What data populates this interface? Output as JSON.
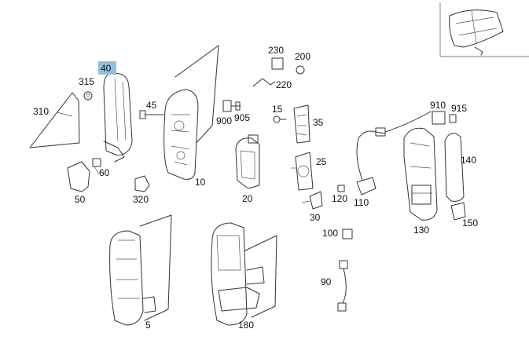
{
  "callouts": [
    {
      "id": "c40",
      "text": "40",
      "highlight": true
    },
    {
      "id": "c315",
      "text": "315"
    },
    {
      "id": "c310",
      "text": "310"
    },
    {
      "id": "c60",
      "text": "60"
    },
    {
      "id": "c50",
      "text": "50"
    },
    {
      "id": "c320",
      "text": "320"
    },
    {
      "id": "c45",
      "text": "45"
    },
    {
      "id": "c10",
      "text": "10"
    },
    {
      "id": "c900",
      "text": "900"
    },
    {
      "id": "c905",
      "text": "905"
    },
    {
      "id": "c230",
      "text": "230"
    },
    {
      "id": "c200",
      "text": "200"
    },
    {
      "id": "c220",
      "text": "220"
    },
    {
      "id": "c15",
      "text": "15"
    },
    {
      "id": "c35",
      "text": "35"
    },
    {
      "id": "c20",
      "text": "20"
    },
    {
      "id": "c25",
      "text": "25"
    },
    {
      "id": "c120",
      "text": "120"
    },
    {
      "id": "c110",
      "text": "110"
    },
    {
      "id": "c30",
      "text": "30"
    },
    {
      "id": "c910",
      "text": "910"
    },
    {
      "id": "c915",
      "text": "915"
    },
    {
      "id": "c140",
      "text": "140"
    },
    {
      "id": "c130",
      "text": "130"
    },
    {
      "id": "c150",
      "text": "150"
    },
    {
      "id": "c100",
      "text": "100"
    },
    {
      "id": "c90",
      "text": "90"
    },
    {
      "id": "c5",
      "text": "5"
    },
    {
      "id": "c180",
      "text": "180"
    }
  ],
  "colors": {
    "highlight": "#8fc3d9",
    "line": "#333333",
    "background": "#ffffff"
  }
}
